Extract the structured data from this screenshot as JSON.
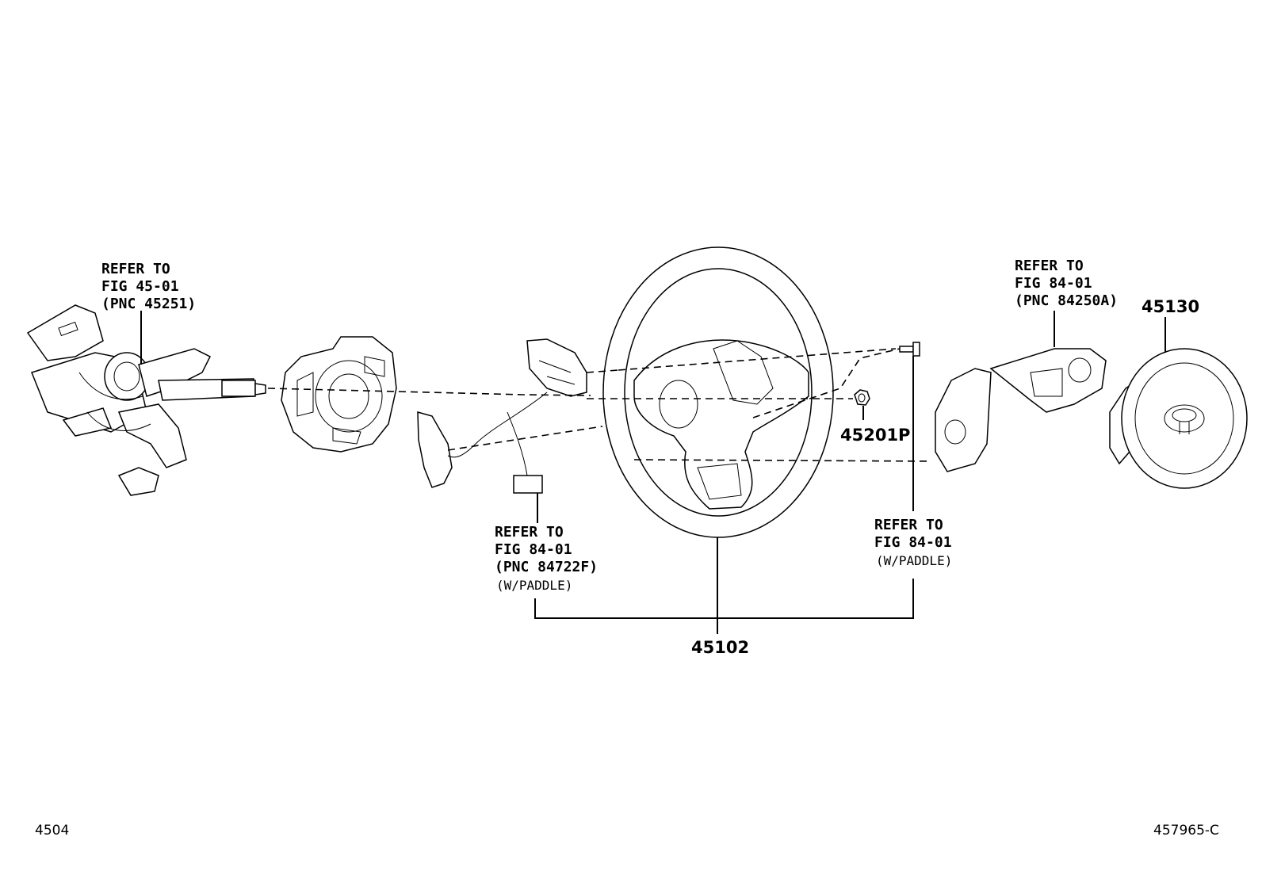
{
  "refs": {
    "column": [
      "REFER TO",
      "FIG 45-01",
      "(PNC 45251)"
    ],
    "switch": [
      "REFER TO",
      "FIG 84-01",
      "(PNC 84250A)"
    ],
    "paddle_left": [
      "REFER TO",
      "FIG 84-01",
      "(PNC 84722F)",
      "(W/PADDLE)"
    ],
    "paddle_right": [
      "REFER TO",
      "FIG 84-01",
      "(W/PADDLE)"
    ]
  },
  "part_numbers": {
    "wheel": "45102",
    "pad": "45130",
    "nut": "45201P"
  },
  "footer": {
    "left": "4504",
    "right": "457965-C"
  }
}
